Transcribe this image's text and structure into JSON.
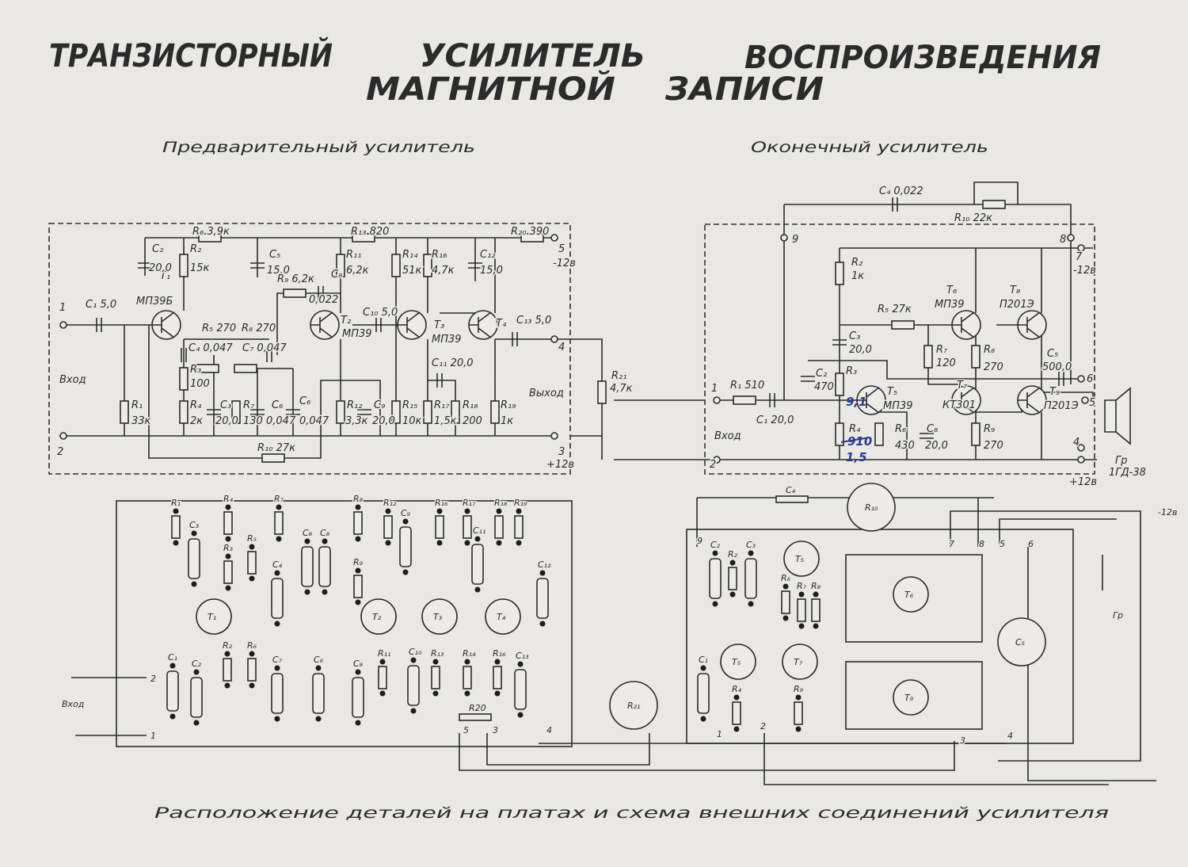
{
  "title": {
    "words": [
      "ТРАНЗИСТОРНЫЙ",
      "УСИЛИТЕЛЬ",
      "ВОСПРОИЗВЕДЕНИЯ",
      "МАГНИТНОЙ",
      "ЗАПИСИ"
    ]
  },
  "sections": {
    "preamp": "Предварительный усилитель",
    "final": "Оконечный усилитель",
    "caption": "Расположение деталей на платах и схема внешних соединений усилителя"
  },
  "preamp_labels": [
    "1",
    "C₁ 5,0",
    "T₁",
    "МП39Б",
    "C₂",
    "20,0",
    "R₂",
    "15к",
    "R₆ 3,9к",
    "C₅",
    "15,0",
    "R₉ 6,2к",
    "C₈",
    "0,022",
    "R₁₁",
    "6,2к",
    "R₁₃ 820",
    "R₁₄",
    "51к",
    "R₁₆",
    "4,7к",
    "C₁₂",
    "15,0",
    "R₂₀ 390",
    "5",
    "-12в",
    "T₂",
    "МП39",
    "C₁₀ 5,0",
    "T₃",
    "МП39",
    "T₄",
    "C₁₃ 5,0",
    "4",
    "R₅ 270",
    "R₈ 270",
    "C₄ 0,047",
    "C₇ 0,047",
    "R₃",
    "100",
    "R₄",
    "2к",
    "C₃",
    "20,0",
    "R₇",
    "130",
    "C₆",
    "0,047",
    "C₆",
    "0,047",
    "R₁₂",
    "3,3к",
    "C₉",
    "20,0",
    "R₁₅",
    "10к",
    "C₁₁ 20,0",
    "R₁₇",
    "1,5к",
    "R₁₈",
    "200",
    "R₁₉",
    "1к",
    "Выход",
    "Вход",
    "R₁",
    "33к",
    "2",
    "R₁₀ 27к",
    "3",
    "+12в",
    "R₂₁",
    "4,7к"
  ],
  "final_labels": [
    "C₄ 0,022",
    "R₁₀ 22к",
    "9",
    "8",
    "7",
    "-12в",
    "R₂",
    "1к",
    "R₅ 27к",
    "T₆",
    "МП39",
    "T₈",
    "П201Э",
    "C₃",
    "20,0",
    "R₇",
    "120",
    "R₈",
    "270",
    "C₅",
    "500,0",
    "6",
    "C₂",
    "470",
    "R₃",
    "T₅",
    "МП39",
    "T₇",
    "КТ301",
    "T₉",
    "П201Э",
    "5",
    "1",
    "R₁ 510",
    "C₁ 20,0",
    "Вход",
    "R₄",
    "R₆",
    "430",
    "C₈",
    "20,0",
    "R₉",
    "270",
    "4",
    "2",
    "+12в",
    "Гр",
    "1ГД-38"
  ],
  "corrections": [
    "9,1",
    "1,5",
    "910"
  ],
  "board_labels": [
    "R₁",
    "C₃",
    "R₄",
    "R₃",
    "R₅",
    "R₇",
    "C₈",
    "C₈",
    "R₈",
    "R₉",
    "R₁₂",
    "C₉",
    "R₁₆",
    "R₁₇",
    "C₁₁",
    "R₁₈",
    "R₁₉",
    "C₁₂",
    "T₁",
    "T₂",
    "T₃",
    "T₄",
    "C₁",
    "C₂",
    "R₂",
    "R₆",
    "C₄",
    "C₇",
    "C₆",
    "C₈",
    "R₁₁",
    "C₁₀",
    "R₁₃",
    "R₁₄",
    "R₁₆",
    "C₁₃",
    "R20",
    "2",
    "1",
    "Вход",
    "5",
    "3",
    "4",
    "R₂₁",
    "C₄",
    "R₁₀",
    "9",
    "C₂",
    "R₂",
    "C₃",
    "T₅",
    "T₆",
    "R₆",
    "R₇",
    "R₈",
    "T₅",
    "T₇",
    "C₅",
    "T₉",
    "C₁",
    "R₄",
    "R₉",
    "7",
    "8",
    "5",
    "6",
    "1",
    "2",
    "3",
    "4",
    "Гр",
    "-12в"
  ],
  "colors": {
    "paper": "#e9e8e4",
    "ink": "#2b2b2b",
    "correction": "#2a3c8f"
  }
}
